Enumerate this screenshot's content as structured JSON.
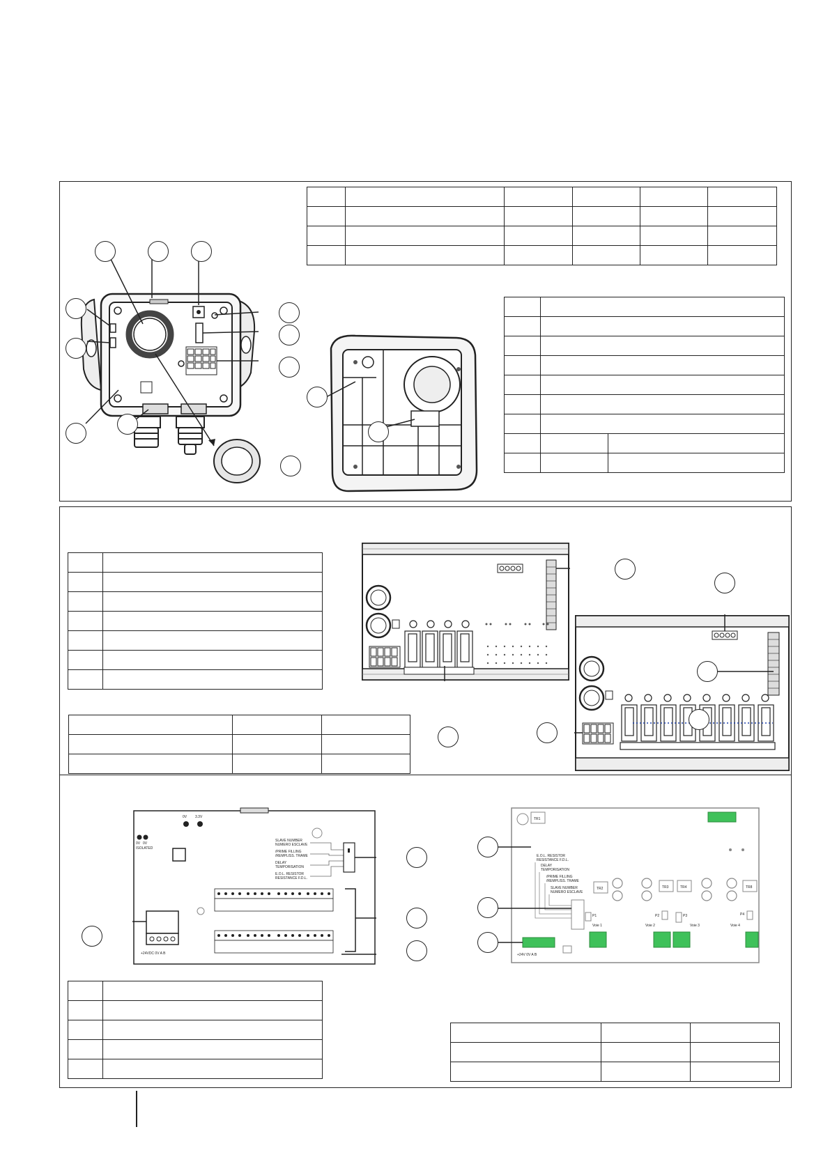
{
  "colors": {
    "ink": "#222222",
    "pcb_green": "#3fc15a",
    "dotted_link": "#1c3fa8"
  },
  "section3": {
    "left_board": {
      "top_labels": [
        "0V",
        "3.3V"
      ],
      "iso_labels": [
        "0V",
        "0V",
        "ISOLATED"
      ],
      "config_labels": [
        "SLAVE NUMBER",
        "NUMERO ESCLAVE",
        "/PRIME FILLING",
        "/REMPLISS. TRAME",
        "DELAY",
        "TEMPORISATION",
        "E.O.L. RESISTOR",
        "RESISTANCE F.D.L."
      ],
      "power_label": "+24VDC  0V  A  B"
    },
    "right_board": {
      "tr_labels": [
        "TR1",
        "TR2",
        "TR3",
        "TR4",
        "TR8"
      ],
      "config_labels": [
        "E.O.L. RESISTOR",
        "RESISTANCE F.D.L.",
        "DELAY",
        "TEMPORISATION",
        "/PRIME FILLING",
        "/REMPLISS. TRAME",
        "SLAVE NUMBER",
        "NUMERO ESCLAVE"
      ],
      "jumpers": [
        "P1",
        "P2",
        "P3",
        "P4"
      ],
      "voie_labels": [
        "Voie 1",
        "Voie 2",
        "Voie 3",
        "Voie 4"
      ],
      "power_label": "+24V  0V  A  B"
    }
  }
}
